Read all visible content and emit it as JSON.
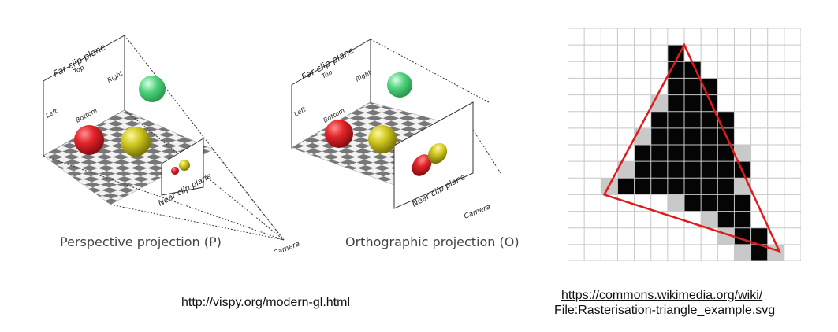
{
  "colors": {
    "far_plane_line": "#333333",
    "triangle": "#e01b1b",
    "sphere_red": "#e3242b",
    "sphere_yellow": "#cfc820",
    "sphere_green": "#4dd07a",
    "grid_line": "#c8c8c8",
    "checker_dark": "#777777",
    "checker_light": "#f2f2f2"
  },
  "perspective": {
    "far_clip_label": "Far clip plane",
    "top_label": "Top",
    "right_label": "Right",
    "left_label": "Left",
    "bottom_label": "Bottom",
    "near_clip_label": "Near clip plane",
    "camera_label": "Camera",
    "caption": "Perspective projection (P)"
  },
  "orthographic": {
    "far_clip_label": "Far clip plane",
    "top_label": "Top",
    "right_label": "Right",
    "left_label": "Left",
    "bottom_label": "Bottom",
    "near_clip_label": "Near clip plane",
    "camera_label": "Camera",
    "caption": "Orthographic projection (O)"
  },
  "sources": {
    "vispy": "http://vispy.org/modern-gl.html",
    "wiki_line1": "https://commons.wikimedia.org/wiki/",
    "wiki_line2": "File:Rasterisation-triangle_example.svg"
  },
  "raster": {
    "cols": 14,
    "rows": 14,
    "cells": [
      [
        6,
        1,
        2
      ],
      [
        6,
        2,
        2
      ],
      [
        7,
        2,
        2
      ],
      [
        6,
        3,
        2
      ],
      [
        7,
        3,
        2
      ],
      [
        8,
        3,
        2
      ],
      [
        5,
        4,
        1
      ],
      [
        6,
        4,
        2
      ],
      [
        7,
        4,
        2
      ],
      [
        8,
        4,
        2
      ],
      [
        5,
        5,
        2
      ],
      [
        6,
        5,
        2
      ],
      [
        7,
        5,
        2
      ],
      [
        8,
        5,
        2
      ],
      [
        9,
        5,
        2
      ],
      [
        4,
        6,
        1
      ],
      [
        5,
        6,
        2
      ],
      [
        6,
        6,
        2
      ],
      [
        7,
        6,
        2
      ],
      [
        8,
        6,
        2
      ],
      [
        9,
        6,
        2
      ],
      [
        4,
        7,
        2
      ],
      [
        5,
        7,
        2
      ],
      [
        6,
        7,
        2
      ],
      [
        7,
        7,
        2
      ],
      [
        8,
        7,
        2
      ],
      [
        9,
        7,
        2
      ],
      [
        10,
        7,
        1
      ],
      [
        3,
        8,
        1
      ],
      [
        4,
        8,
        2
      ],
      [
        5,
        8,
        2
      ],
      [
        6,
        8,
        2
      ],
      [
        7,
        8,
        2
      ],
      [
        8,
        8,
        2
      ],
      [
        9,
        8,
        2
      ],
      [
        10,
        8,
        2
      ],
      [
        2,
        9,
        1
      ],
      [
        3,
        9,
        2
      ],
      [
        4,
        9,
        2
      ],
      [
        5,
        9,
        2
      ],
      [
        6,
        9,
        2
      ],
      [
        7,
        9,
        2
      ],
      [
        8,
        9,
        2
      ],
      [
        9,
        9,
        2
      ],
      [
        10,
        9,
        1
      ],
      [
        6,
        10,
        1
      ],
      [
        7,
        10,
        2
      ],
      [
        8,
        10,
        2
      ],
      [
        9,
        10,
        2
      ],
      [
        10,
        10,
        2
      ],
      [
        8,
        11,
        1
      ],
      [
        9,
        11,
        2
      ],
      [
        10,
        11,
        2
      ],
      [
        9,
        12,
        1
      ],
      [
        10,
        12,
        2
      ],
      [
        11,
        12,
        2
      ],
      [
        10,
        13,
        1
      ],
      [
        11,
        13,
        2
      ],
      [
        12,
        13,
        1
      ]
    ],
    "triangle_vertices": [
      [
        7.0,
        1.0
      ],
      [
        2.2,
        10.0
      ],
      [
        12.7,
        13.4
      ]
    ]
  }
}
